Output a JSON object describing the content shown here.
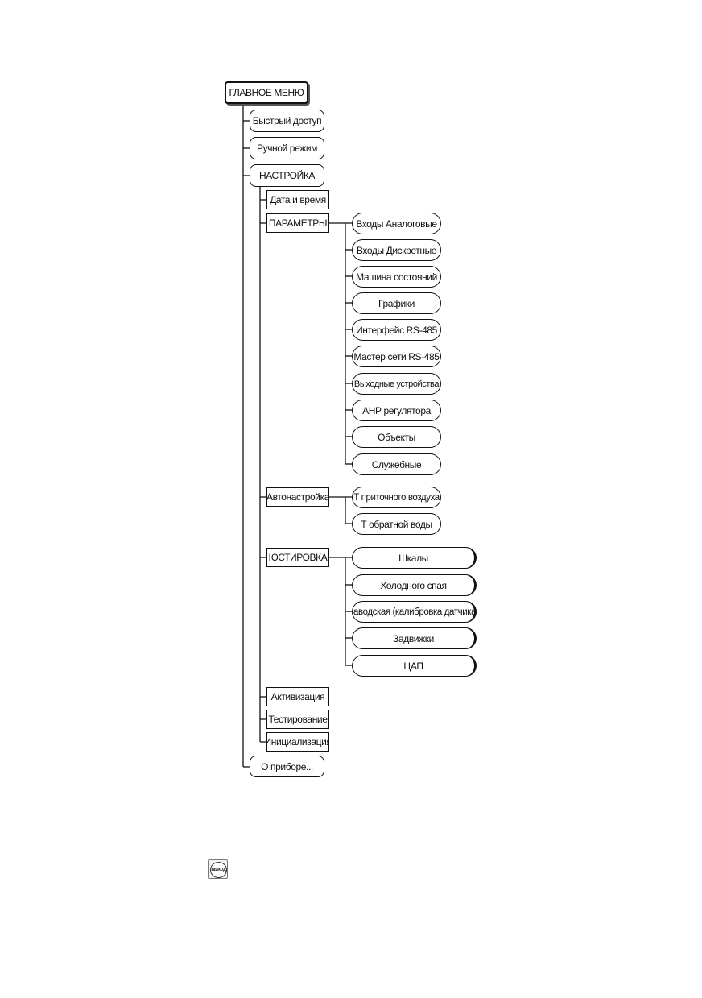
{
  "root": "ГЛАВНОЕ МЕНЮ",
  "level1": {
    "quick_access": "Быстрый доступ",
    "manual_mode": "Ручной режим",
    "settings": "НАСТРОЙКА",
    "about": "О приборе..."
  },
  "settings": {
    "date_time": "Дата и время",
    "parameters": "ПАРАМЕТРЫ",
    "autotuning": "Автонастройка",
    "calibration": "ЮСТИРОВКА",
    "activation": "Активизация",
    "testing": "Тестирование",
    "initialization": "Инициализация"
  },
  "parameters": [
    "Входы Аналоговые",
    "Входы Дискретные",
    "Машина состояний",
    "Графики",
    "Интерфейс RS-485",
    "Мастер сети RS-485",
    "Выходные устройства",
    "АНР регулятора",
    "Объекты",
    "Служебные"
  ],
  "autotuning": [
    "Т приточного воздуха",
    "Т обратной воды"
  ],
  "calibration": [
    "Шкалы",
    "Холодного спая",
    "Заводская (калибровка датчика)",
    "Задвижки",
    "ЦАП"
  ],
  "exit_key_label": "ВЫХОД"
}
